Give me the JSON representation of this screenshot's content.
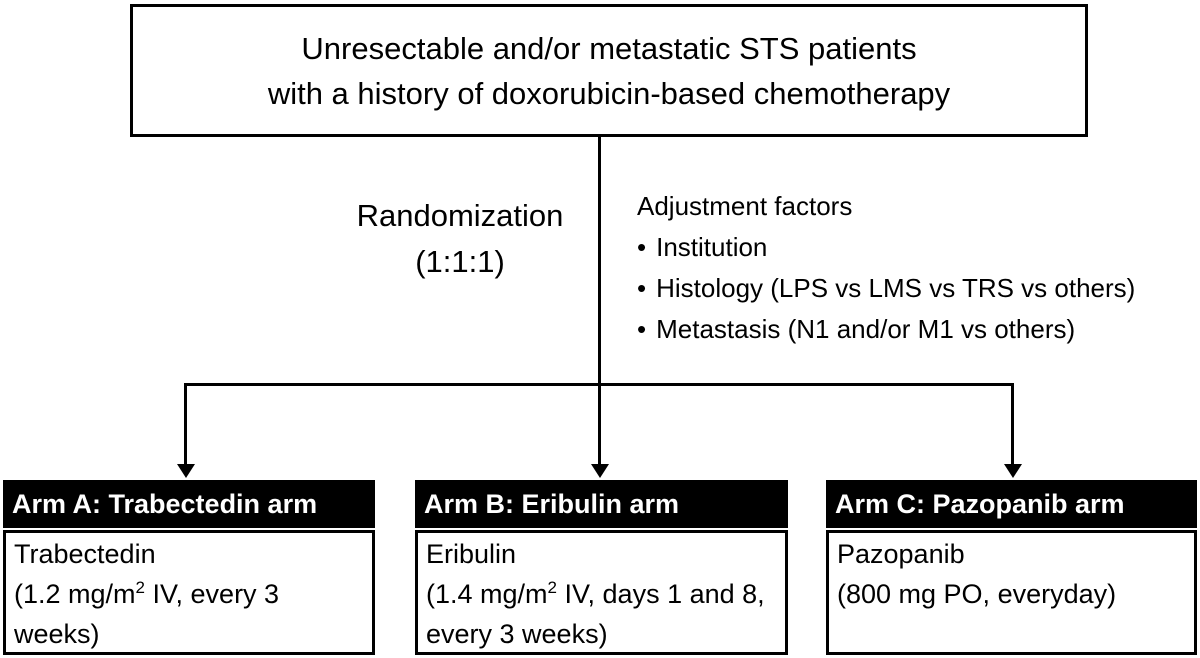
{
  "diagram": {
    "top_box": {
      "line1": "Unresectable and/or metastatic STS patients",
      "line2": "with a history of doxorubicin-based chemotherapy"
    },
    "randomization": {
      "line1": "Randomization",
      "line2": "(1:1:1)"
    },
    "adjustment": {
      "title": "Adjustment factors",
      "bullet": "•",
      "items": [
        "Institution",
        "Histology (LPS vs LMS vs TRS vs others)",
        "Metastasis (N1 and/or M1 vs others)"
      ]
    },
    "arms": [
      {
        "header": "Arm A: Trabectedin arm",
        "drug": "Trabectedin",
        "dose_prefix": "(1.2 mg/m",
        "dose_sup": "2",
        "dose_suffix": " IV, every 3 weeks)"
      },
      {
        "header": "Arm B: Eribulin arm",
        "drug": "Eribulin",
        "dose_prefix": "(1.4 mg/m",
        "dose_sup": "2",
        "dose_suffix": " IV, days 1 and 8, every 3 weeks)"
      },
      {
        "header": "Arm C: Pazopanib arm",
        "drug": "Pazopanib",
        "dose_prefix": "(800 mg PO, everyday)",
        "dose_sup": "",
        "dose_suffix": ""
      }
    ],
    "colors": {
      "line": "#000000",
      "arm_header_bg": "#000000",
      "arm_header_text": "#ffffff",
      "background": "#ffffff"
    }
  }
}
